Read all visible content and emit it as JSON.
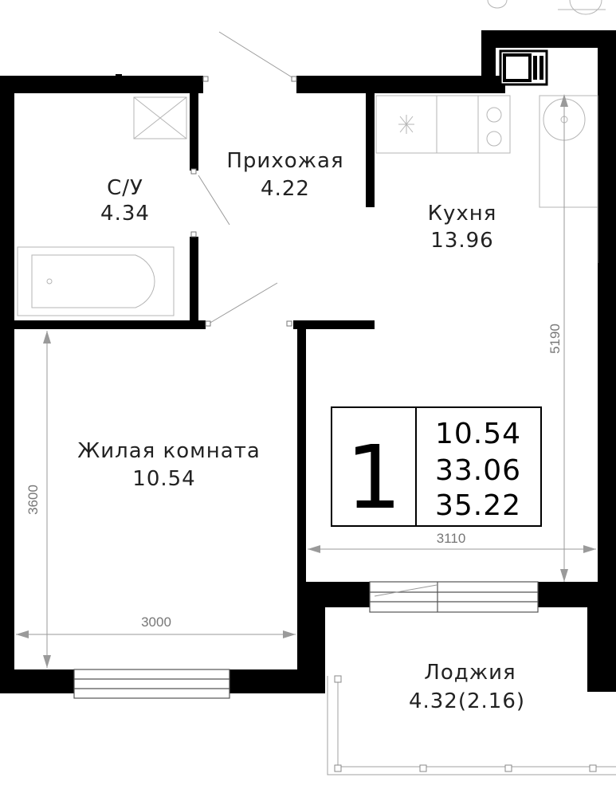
{
  "plan": {
    "rooms": {
      "bathroom": {
        "name": "С/У",
        "area": "4.34"
      },
      "hallway": {
        "name": "Прихожая",
        "area": "4.22"
      },
      "kitchen": {
        "name": "Кухня",
        "area": "13.96"
      },
      "living": {
        "name": "Жилая комната",
        "area": "10.54"
      },
      "loggia": {
        "name": "Лоджия",
        "area": "4.32(2.16)"
      }
    },
    "dimensions": {
      "kitchen_height": "5190",
      "kitchen_width": "3110",
      "living_height": "3600",
      "living_width": "3000"
    },
    "summary": {
      "rooms_count": "1",
      "living_area": "10.54",
      "total_area": "33.06",
      "total_with_loggia": "35.22"
    },
    "colors": {
      "wall": "#000000",
      "line": "#9a9a9a",
      "text": "#222222"
    }
  }
}
